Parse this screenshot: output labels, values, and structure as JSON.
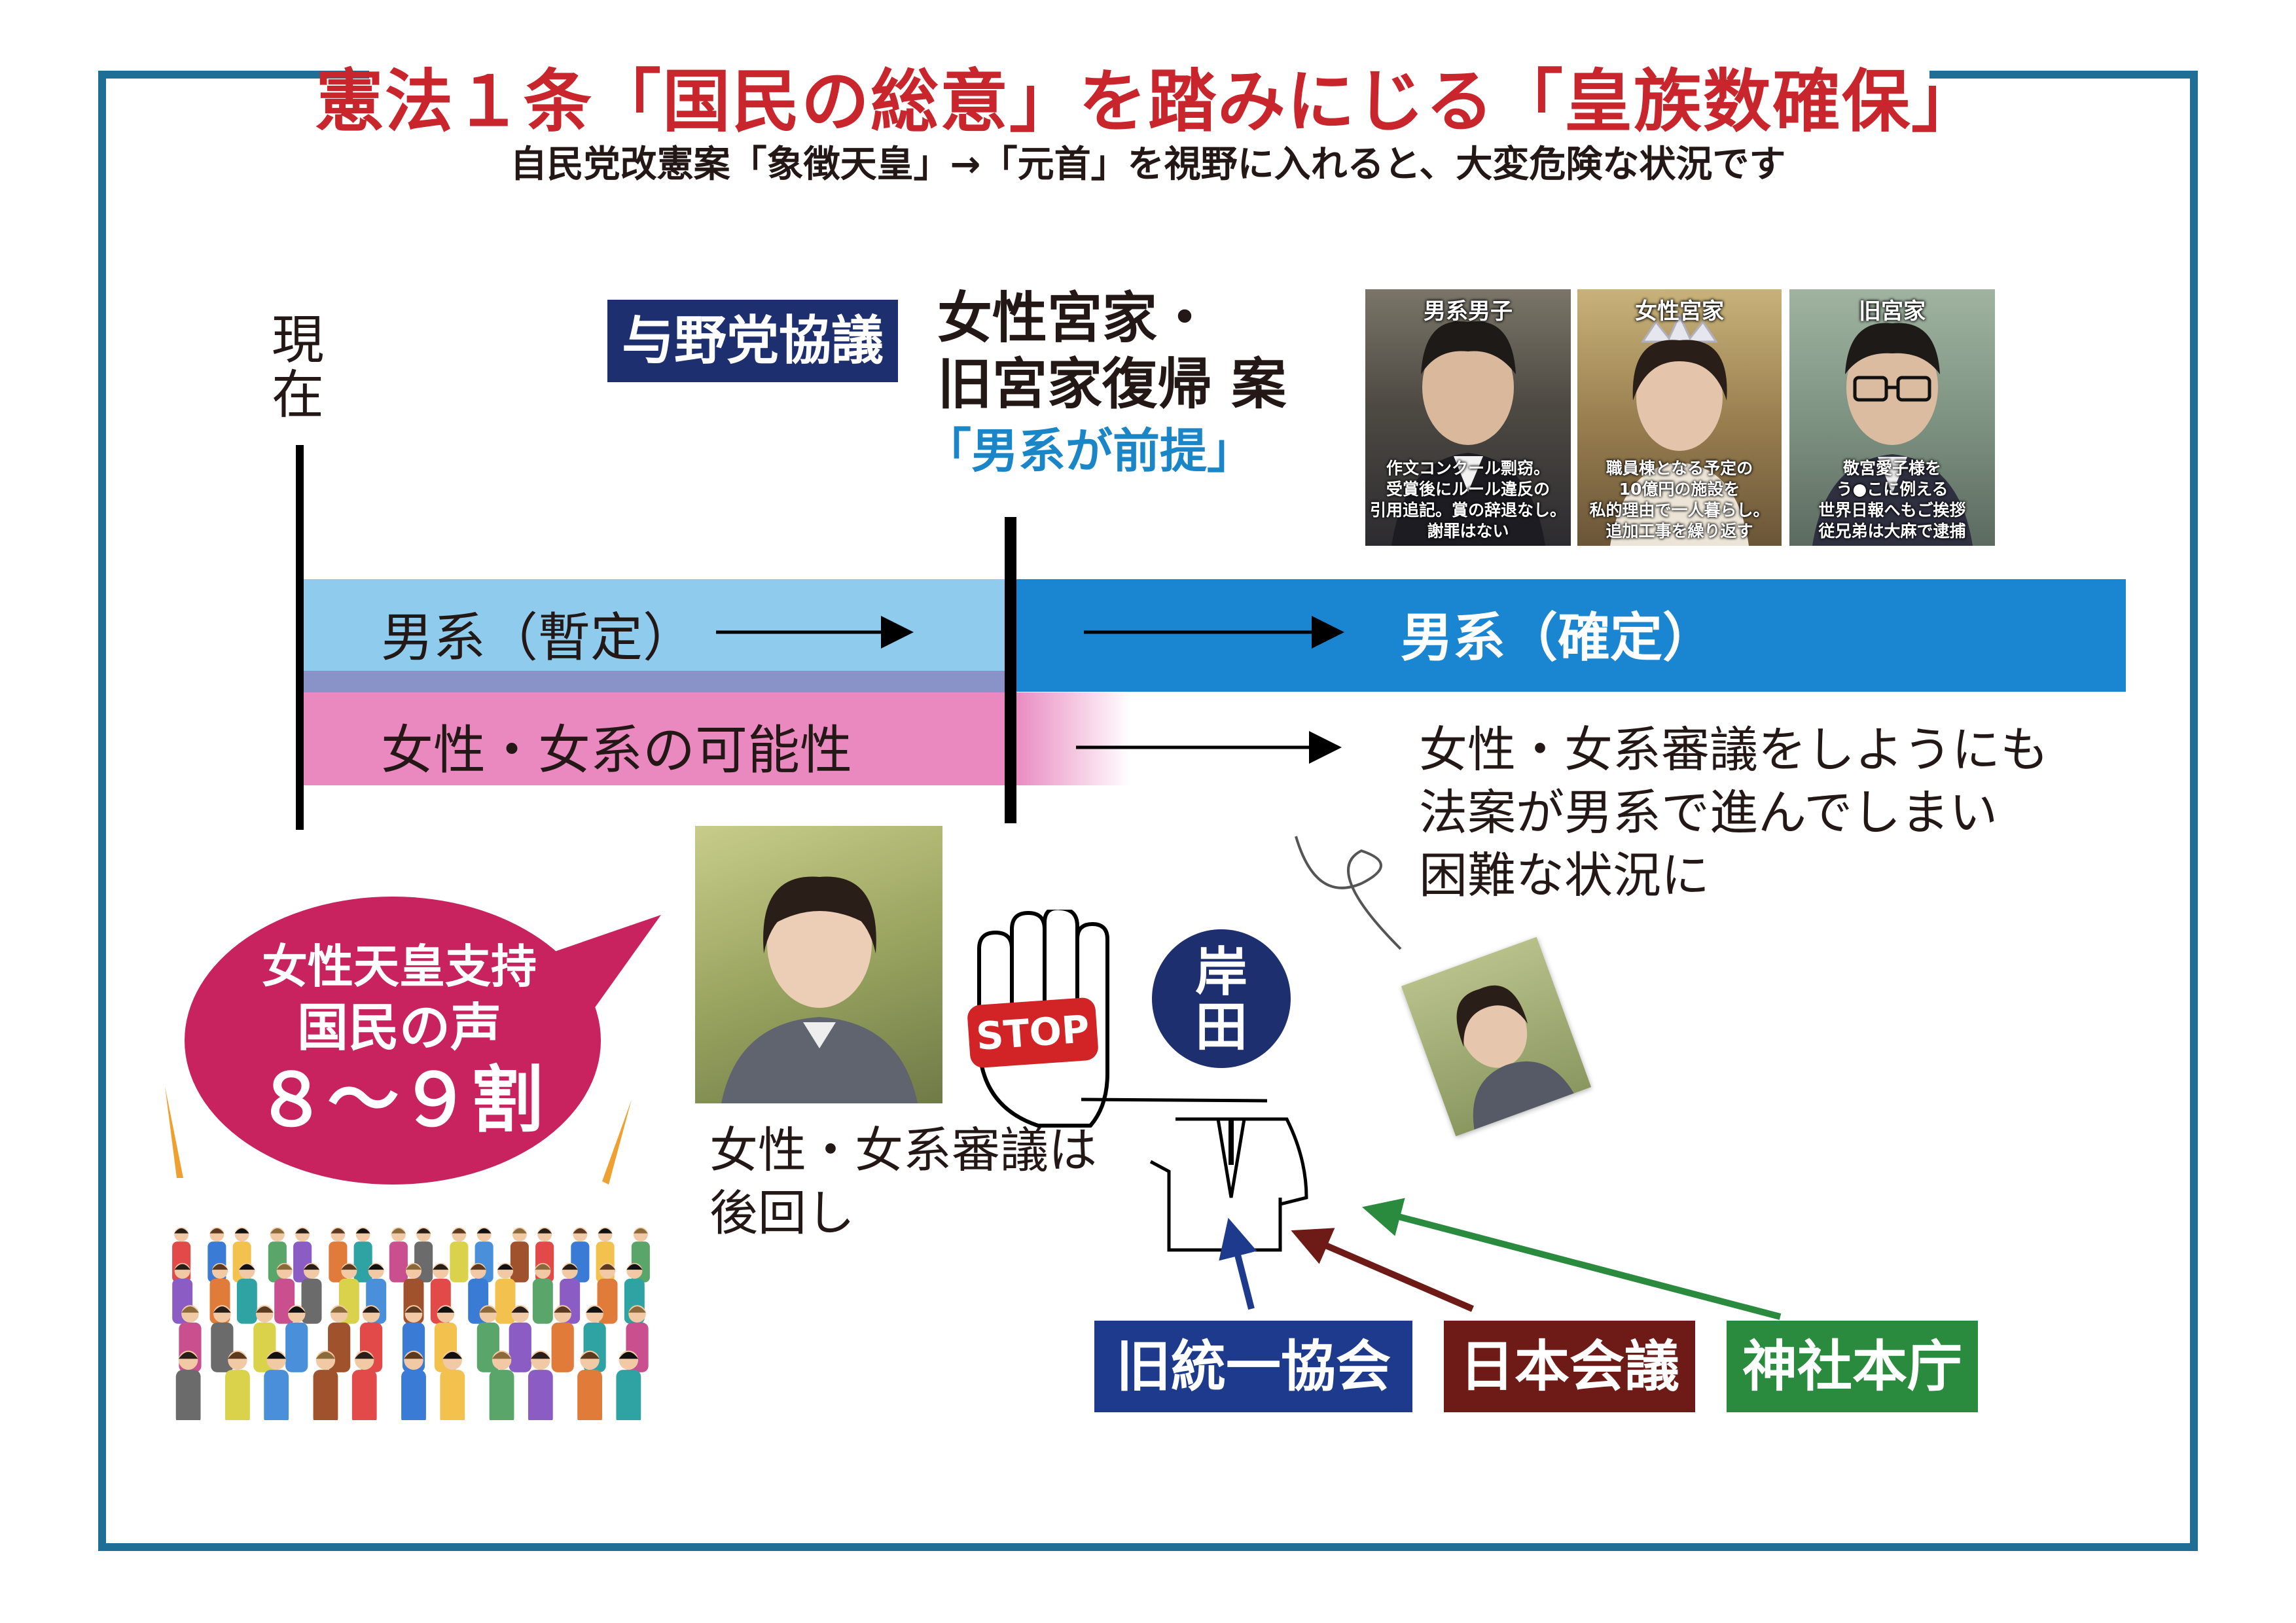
{
  "header": {
    "title": "憲法１条「国民の総意」を踏みにじる「皇族数確保」",
    "subtitle": "自民党改憲案「象徴天皇」→「元首」を視野に入れると、大変危険な状況です"
  },
  "timeline": {
    "now_label": "現在",
    "talks_label": "与野党協議",
    "proposal_line1": "女性宮家・",
    "proposal_line2": "旧宮家復帰 案",
    "proposal_premise": "「男系が前提」",
    "band_male_provisional": "男系（暫定）",
    "band_male_final": "男系（確定）",
    "band_female": "女性・女系の可能性",
    "result_lines": [
      "女性・女系審議をしようにも",
      "法案が男系で進んでしまい",
      "困難な状況に"
    ]
  },
  "photos": [
    {
      "tag": "男系男子",
      "caption_lines": [
        "作文コンクール剽窃。",
        "受賞後にルール違反の",
        "引用追記。賞の辞退なし。",
        "謝罪はない"
      ]
    },
    {
      "tag": "女性宮家",
      "caption_lines": [
        "職員棟となる予定の",
        "10億円の施設を",
        "私的理由で一人暮らし。",
        "追加工事を繰り返す"
      ]
    },
    {
      "tag": "旧宮家",
      "caption_lines": [
        "敬宮愛子様を",
        "う●こに例える",
        "世界日報へもご挨拶",
        "従兄弟は大麻で逮捕"
      ]
    }
  ],
  "public_voice": {
    "line1": "女性天皇支持",
    "line2": "国民の声",
    "line3": "８〜９割"
  },
  "postponed": {
    "line1": "女性・女系審議は",
    "line2": "後回し"
  },
  "stop_sign": "STOP",
  "kishida": "岸田",
  "orgs": [
    {
      "label": "旧統一協会",
      "color": "#1d3a8c"
    },
    {
      "label": "日本会議",
      "color": "#6e1a17"
    },
    {
      "label": "神社本庁",
      "color": "#2a8a3e"
    }
  ],
  "colors": {
    "frame": "#1f6e96",
    "title_red": "#c8262c",
    "navy": "#1d2f6f",
    "male_provisional": "#8ecbed",
    "male_final": "#1a86d2",
    "female": "#e989c0",
    "bubble": "#c8235f"
  }
}
